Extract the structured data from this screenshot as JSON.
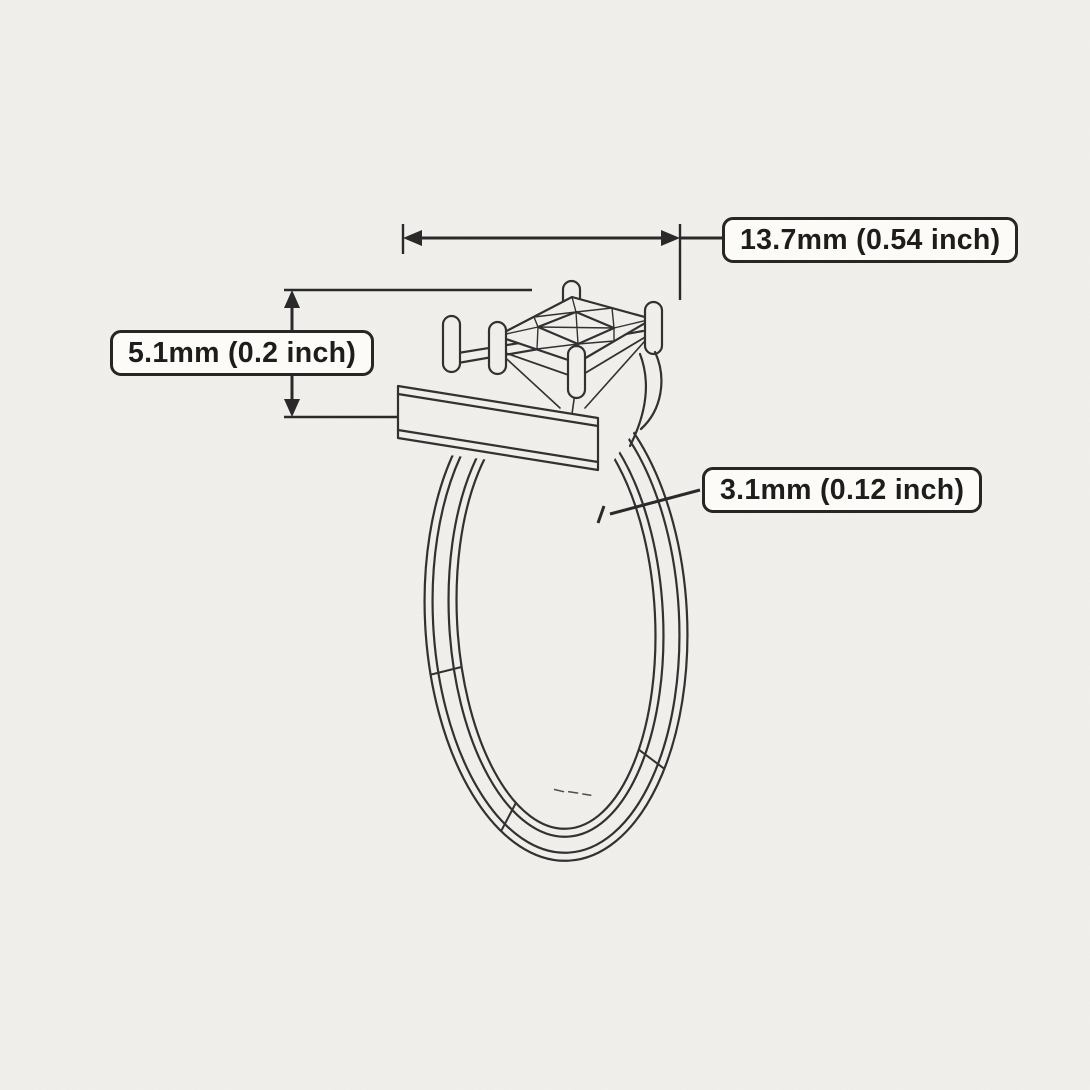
{
  "dimensions": {
    "width": {
      "label": "13.7mm (0.54 inch)",
      "mm": 13.7,
      "inch": 0.54
    },
    "height": {
      "label": "5.1mm (0.2 inch)",
      "mm": 5.1,
      "inch": 0.2
    },
    "band_thickness": {
      "label": "3.1mm (0.12 inch)",
      "mm": 3.1,
      "inch": 0.12
    }
  },
  "colors": {
    "background": "#f1f0ec",
    "line": "#2e2e2e",
    "label_background": "#fcfbf7",
    "label_border": "#262626",
    "label_text": "#1d1d1d"
  }
}
